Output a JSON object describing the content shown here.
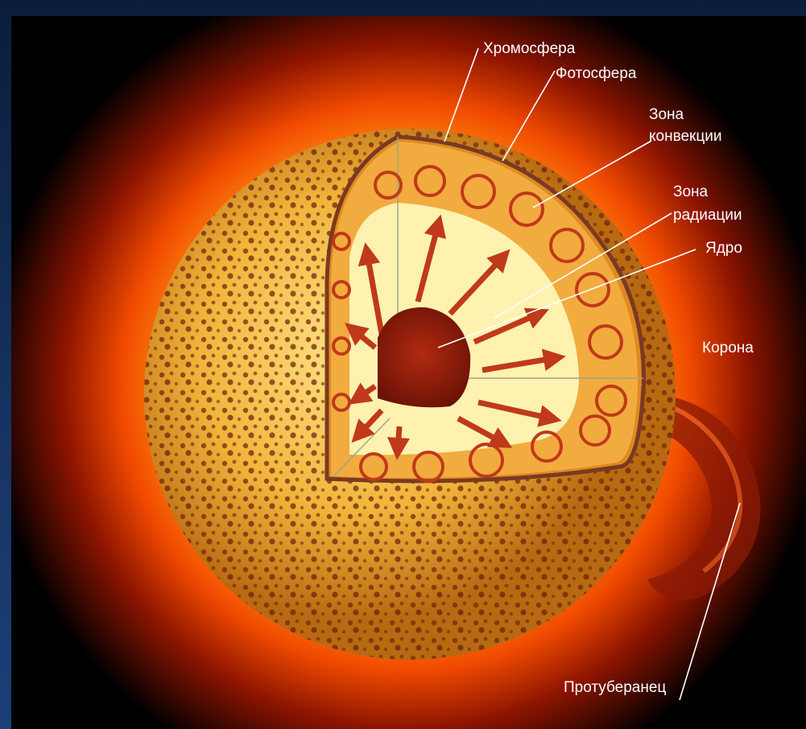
{
  "labels": {
    "chromosphere": "Хромосфера",
    "photosphere": "Фотосфера",
    "convection_line1": "Зона",
    "convection_line2": "конвекции",
    "radiation_line1": "Зона",
    "radiation_line2": "радиации",
    "core": "Ядро",
    "corona": "Корона",
    "prominence": "Протуберанец"
  },
  "colors": {
    "background_frame": "#16325f",
    "corona_glow": "#ff5a00",
    "surface": "#f0b43a",
    "convection_zone": "#f2ab3e",
    "radiation_zone": "#fff2b0",
    "core": "#8a1508",
    "arrows": "#c0391a"
  }
}
